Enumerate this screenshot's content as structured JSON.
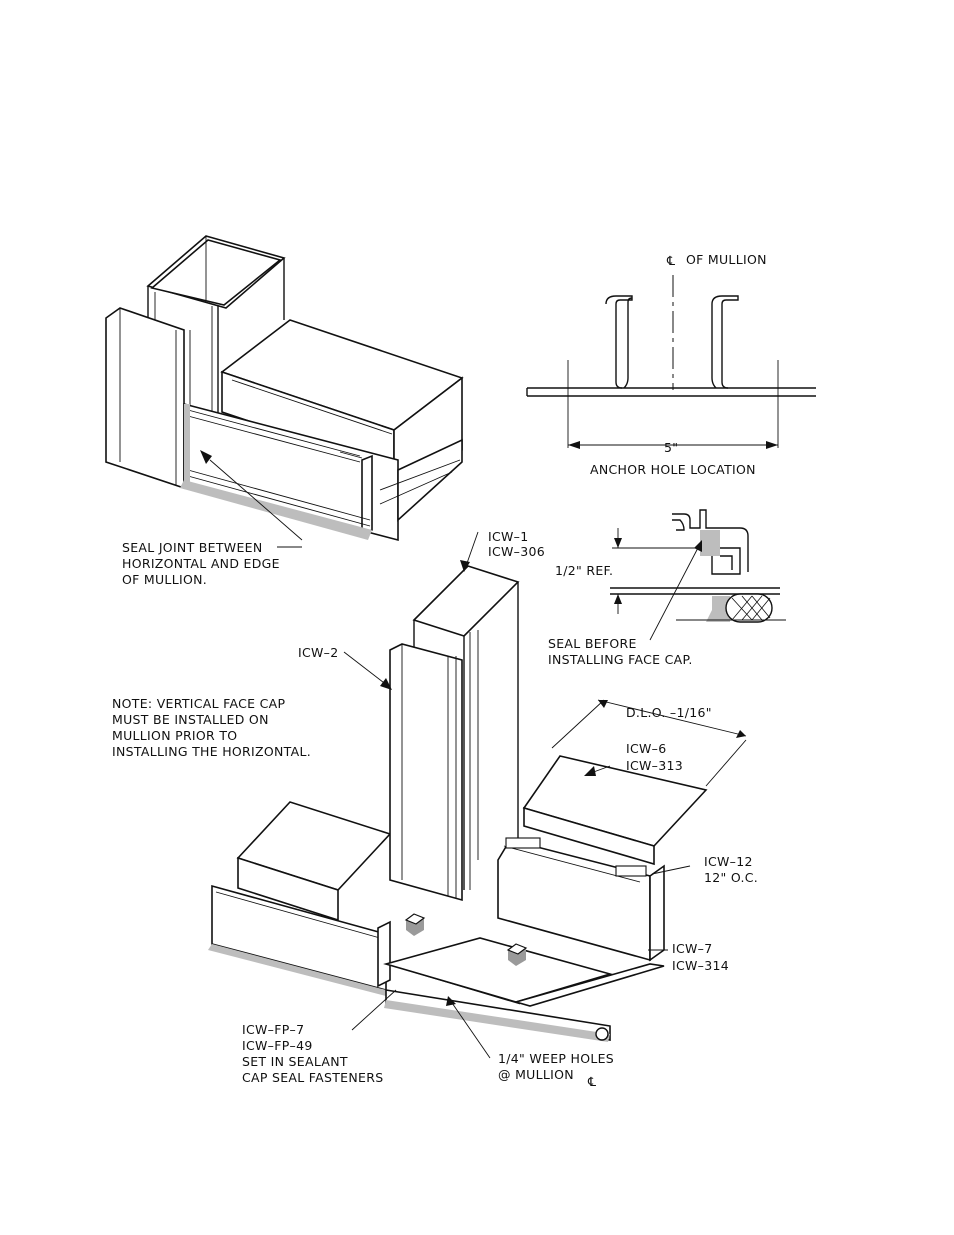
{
  "labels": {
    "cl_of_mullion": "OF MULLION",
    "dimension_5": "5\"",
    "anchor_hole_location": "ANCHOR HOLE LOCATION",
    "half_inch_ref": "1/2\" REF.",
    "seal_before_1": "SEAL BEFORE",
    "seal_before_2": "INSTALLING FACE CAP.",
    "seal_joint_1": "SEAL JOINT BETWEEN",
    "seal_joint_2": "HORIZONTAL AND EDGE",
    "seal_joint_3": "OF MULLION.",
    "icw_1": "ICW–1",
    "icw_306": "ICW–306",
    "icw_2": "ICW–2",
    "note_1": "NOTE: VERTICAL FACE CAP",
    "note_2": "MUST BE INSTALLED ON",
    "note_3": "MULLION PRIOR TO",
    "note_4": "INSTALLING THE HORIZONTAL.",
    "dlo": "D.L.O. –1/16\"",
    "icw_6": "ICW–6",
    "icw_313": "ICW–313",
    "icw_12": "ICW–12",
    "oc_12": "12\" O.C.",
    "icw_7": "ICW–7",
    "icw_314": "ICW–314",
    "icw_fp_7": "ICW–FP–7",
    "icw_fp_49": "ICW–FP–49",
    "set_in_sealant": "SET IN SEALANT",
    "cap_seal_fasteners": "CAP SEAL FASTENERS",
    "weep_holes_1": "1/4\" WEEP HOLES",
    "weep_holes_2": "@ MULLION"
  },
  "symbols": {
    "centerline": "centerline-symbol"
  },
  "colors": {
    "ink": "#111111",
    "sealant": "#bdbdbd",
    "paper": "#ffffff"
  }
}
